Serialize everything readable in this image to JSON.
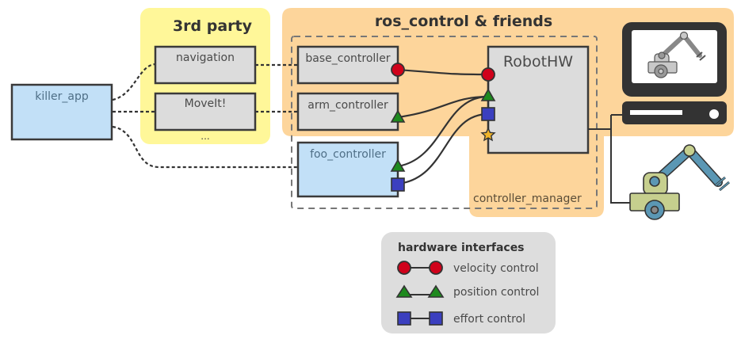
{
  "groups": {
    "third_party": {
      "title": "3rd party",
      "ellipsis": "..."
    },
    "ros_control": {
      "title": "ros_control & friends"
    },
    "controller_manager": {
      "label": "controller_manager"
    }
  },
  "nodes": {
    "killer_app": "killer_app",
    "navigation": "navigation",
    "moveit": "MoveIt!",
    "base_controller": "base_controller",
    "arm_controller": "arm_controller",
    "foo_controller": "foo_controller",
    "robot_hw": "RobotHW"
  },
  "icons": {
    "computer": "computer-monitor-icon",
    "robot_sim": "simulated-robot-arm-icon",
    "robot_real": "real-robot-arm-icon"
  },
  "legend": {
    "title": "hardware interfaces",
    "items": [
      {
        "label": "velocity control",
        "shape": "circle",
        "color": "#d0021b"
      },
      {
        "label": "position control",
        "shape": "triangle",
        "color": "#1e8a1e"
      },
      {
        "label": "effort control",
        "shape": "square",
        "color": "#3b3fbf"
      }
    ]
  },
  "colors": {
    "third_party_bg": "#fff799",
    "ros_control_bg": "#fdd59b",
    "app_blue": "#c2e0f7",
    "box_gray": "#dcdcdc",
    "legend_bg": "#dddddd"
  }
}
